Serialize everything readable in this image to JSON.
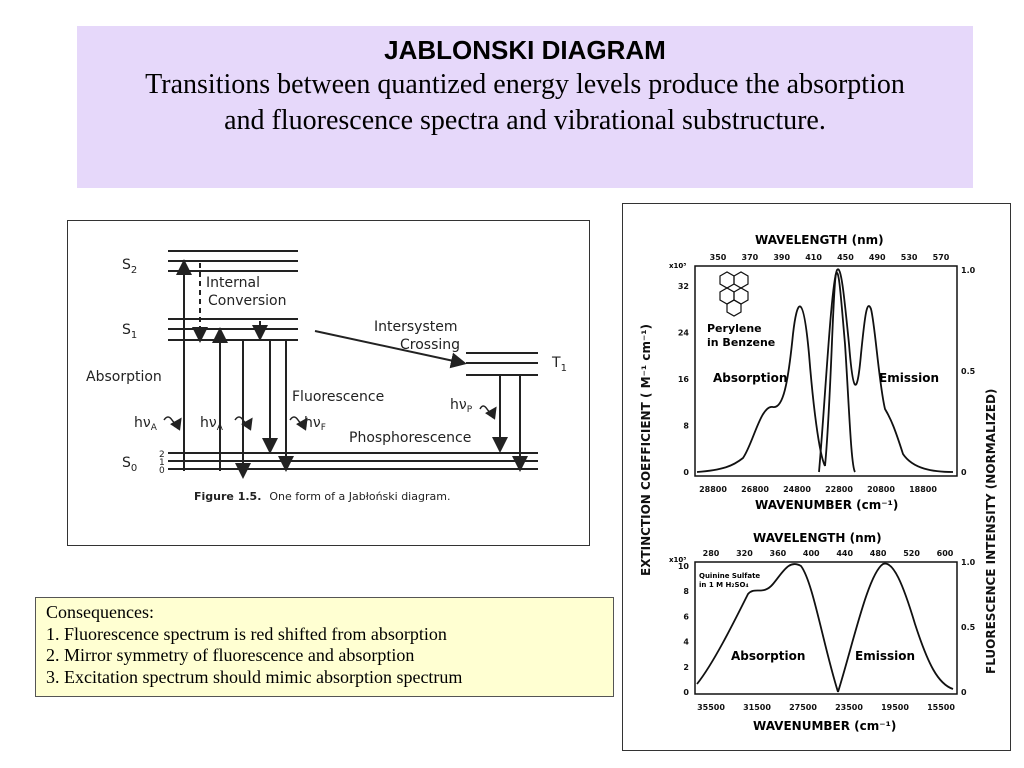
{
  "header": {
    "title": "JABLONSKI DIAGRAM",
    "subtitle": "Transitions  between quantized energy levels produce the absorption and fluorescence spectra and vibrational substructure."
  },
  "jablonski": {
    "s2": "S",
    "s2_sub": "2",
    "s1": "S",
    "s1_sub": "1",
    "s0": "S",
    "s0_sub": "0",
    "t1": "T",
    "t1_sub": "1",
    "internal_conversion_1": "Internal",
    "internal_conversion_2": "Conversion",
    "intersystem_crossing_1": "Intersystem",
    "intersystem_crossing_2": "Crossing",
    "absorption": "Absorption",
    "fluorescence": "Fluorescence",
    "phosphorescence": "Phosphorescence",
    "hv": "hν",
    "sub_a": "A",
    "sub_f": "F",
    "sub_p": "P",
    "level_2": "2",
    "level_1": "1",
    "level_0": "0",
    "caption_bold": "Figure 1.5.",
    "caption_text": "One form of a Jabłoński diagram."
  },
  "spectra": {
    "y_axis_left": "EXTINCTION   COEFFICIENT   ( M⁻¹ cm⁻¹)",
    "y_axis_right": "FLUORESCENCE   INTENSITY   (NORMALIZED)",
    "top_chart": {
      "wavelength_label": "WAVELENGTH (nm)",
      "wavelength_ticks": [
        "350",
        "370",
        "390",
        "410",
        "450",
        "490",
        "530",
        "570"
      ],
      "wavenumber_label": "WAVENUMBER (cm⁻¹)",
      "wavenumber_ticks": [
        "28800",
        "26800",
        "24800",
        "22800",
        "20800",
        "18800"
      ],
      "left_multiplier": "x10³",
      "left_ticks": [
        "32",
        "24",
        "16",
        "8",
        "0"
      ],
      "right_ticks": [
        "1.0",
        "0.5",
        "0"
      ],
      "compound_1": "Perylene",
      "compound_2": "in Benzene",
      "absorption_label": "Absorption",
      "emission_label": "Emission"
    },
    "bottom_chart": {
      "wavelength_label": "WAVELENGTH (nm)",
      "wavelength_ticks": [
        "280",
        "320",
        "360",
        "400",
        "440",
        "480",
        "520",
        "600"
      ],
      "wavenumber_label": "WAVENUMBER (cm⁻¹)",
      "wavenumber_ticks": [
        "35500",
        "31500",
        "27500",
        "23500",
        "19500",
        "15500"
      ],
      "left_multiplier": "x10³",
      "left_ticks": [
        "10",
        "8",
        "6",
        "4",
        "2",
        "0"
      ],
      "right_ticks": [
        "1.0",
        "0.5",
        "0"
      ],
      "compound_1": "Quinine Sulfate",
      "compound_2": "in 1 M H₂SO₄",
      "absorption_label": "Absorption",
      "emission_label": "Emission"
    }
  },
  "consequences": {
    "heading": "Consequences:",
    "items": [
      "1. Fluorescence spectrum is red shifted from absorption",
      "2. Mirror symmetry of fluorescence and absorption",
      "3.  Excitation spectrum should mimic absorption spectrum"
    ]
  }
}
